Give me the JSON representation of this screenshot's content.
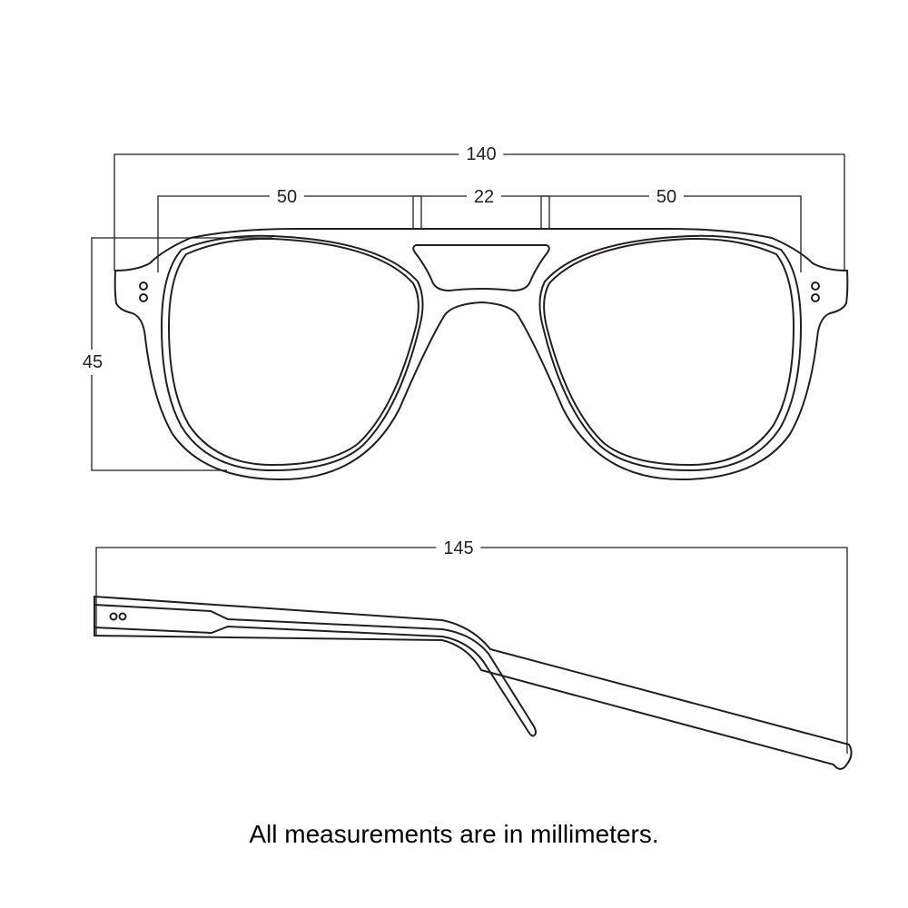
{
  "dimensions": {
    "total_width": "140",
    "lens_width_left": "50",
    "bridge_width": "22",
    "lens_width_right": "50",
    "lens_height": "45",
    "temple_length": "145"
  },
  "note": "All measurements are in millimeters.",
  "colors": {
    "line": "#231f20",
    "background": "#ffffff"
  }
}
